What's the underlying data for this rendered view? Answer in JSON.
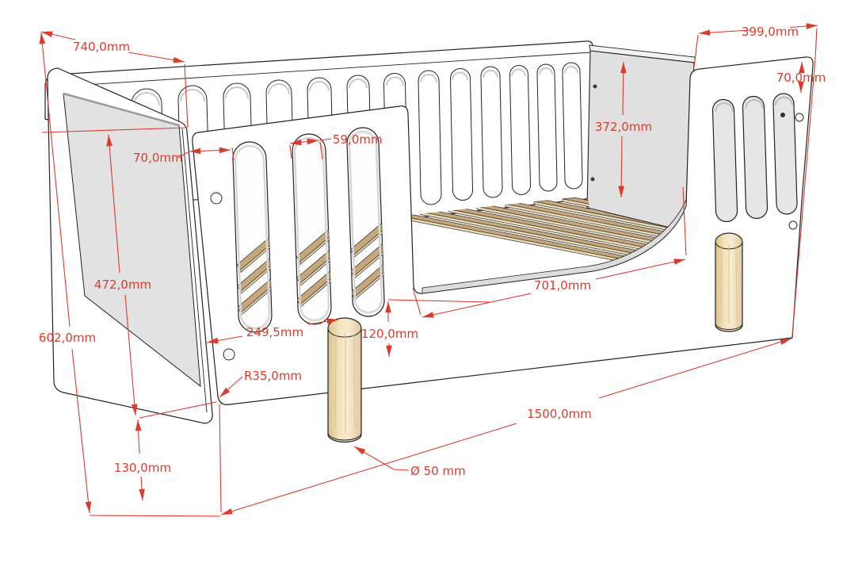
{
  "drawing": {
    "subject": "toddler bed frame - dimensioned 3D technical drawing",
    "unit": "mm",
    "accent_color": "#dc3a2b",
    "colors": {
      "outline": "#222222",
      "panel_white": "#ffffff",
      "panel_gray": "#e0e0e0",
      "slat_top": "#c6a77b",
      "slat_edge": "#e9d8b0",
      "leg_wood": "#f2dfb6"
    },
    "dims": {
      "bed_width": "740,0mm",
      "foot_rail_length": "399,0mm",
      "foot_rail_top": "70,0mm",
      "footboard_height": "372,0mm",
      "head_rail_edge": "70,0mm",
      "slot_width": "59,0mm",
      "headboard_height": "472,0mm",
      "total_height": "602,0mm",
      "opening_length": "701,0mm",
      "head_rail_length": "249,5mm",
      "side_rail_height": "120,0mm",
      "corner_radius": "R35,0mm",
      "total_length": "1500,0mm",
      "leg_height": "130,0mm",
      "leg_diameter": "Ø 50 mm"
    }
  }
}
